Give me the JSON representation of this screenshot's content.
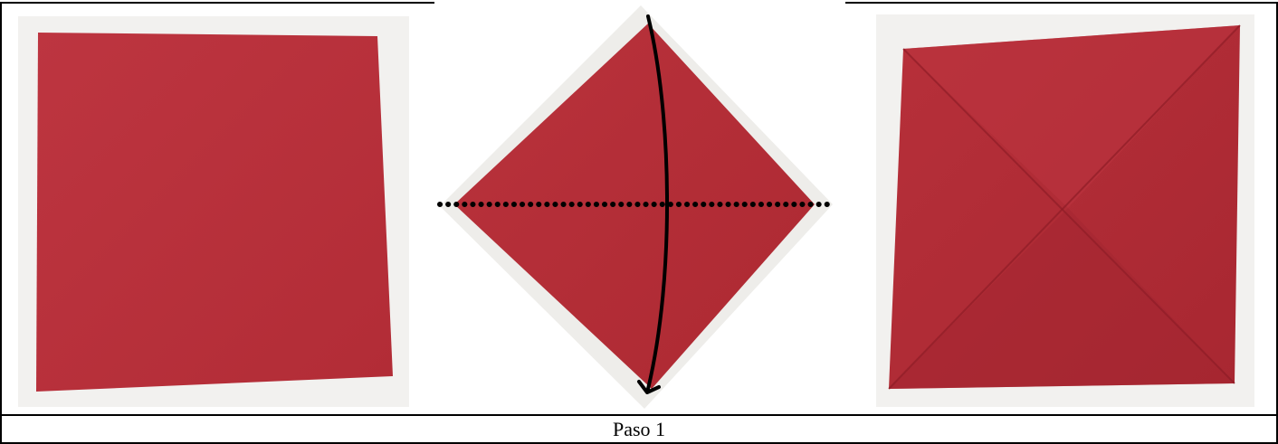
{
  "step": {
    "caption": "Paso 1"
  },
  "colors": {
    "paper_red": "#b8303a",
    "background": "#f2f1ef"
  },
  "figures": [
    {
      "name": "flat-square-paper"
    },
    {
      "name": "diamond-fold-diagram"
    },
    {
      "name": "creased-square-paper"
    }
  ]
}
